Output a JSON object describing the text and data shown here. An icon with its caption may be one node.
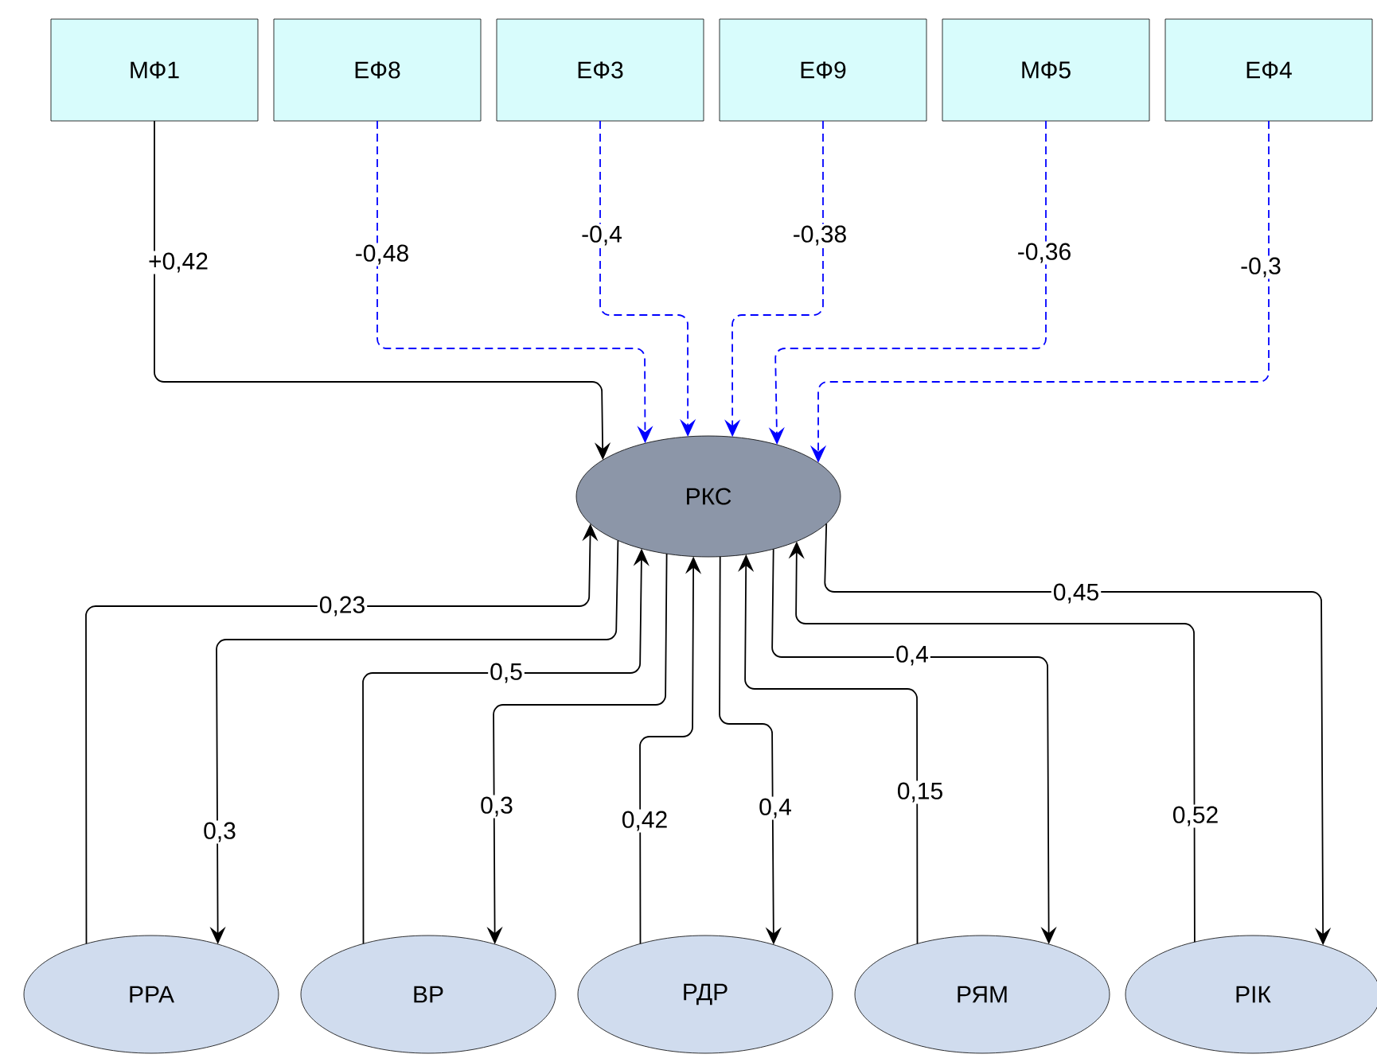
{
  "diagram": {
    "nodes": [
      {
        "text": [
          "МФ1"
        ]
      },
      {
        "text": [
          "ЕФ8"
        ]
      },
      {
        "text": [
          "ЕФ3"
        ]
      },
      {
        "text": [
          "ЕФ9"
        ]
      },
      {
        "text": [
          "МФ5"
        ]
      },
      {
        "text": [
          "ЕФ4"
        ]
      },
      {
        "text": [
          "РКС"
        ]
      },
      {
        "text": [
          "РРА"
        ]
      },
      {
        "text": [
          "ВР"
        ]
      },
      {
        "text": [
          "РДР"
        ]
      },
      {
        "text": [
          "РЯМ"
        ]
      },
      {
        "text": [
          "РІК"
        ]
      }
    ],
    "edges": [
      {
        "from": 0,
        "to": 6,
        "arrow": "to",
        "label": "+0,42"
      },
      {
        "from": 1,
        "to": 6,
        "arrow": "to",
        "label": "-0,48",
        "style": "dashed",
        "color": "#0000ff"
      },
      {
        "from": 2,
        "to": 6,
        "arrow": "to",
        "label": "-0,4",
        "style": "dashed",
        "color": "#0000ff"
      },
      {
        "from": 3,
        "to": 6,
        "arrow": "to",
        "label": "-0,38",
        "style": "dashed",
        "color": "#0000ff"
      },
      {
        "from": 4,
        "to": 6,
        "arrow": "to",
        "label": "-0,36",
        "style": "dashed",
        "color": "#0000ff"
      },
      {
        "from": 5,
        "to": 6,
        "arrow": "to",
        "label": "-0,3",
        "style": "dashed",
        "color": "#0000ff"
      },
      {
        "from": 7,
        "to": 6,
        "arrow": "to",
        "label": "0,23"
      },
      {
        "from": 6,
        "to": 7,
        "arrow": "to",
        "label": "0,3"
      },
      {
        "from": 8,
        "to": 6,
        "arrow": "to",
        "label": "0,5"
      },
      {
        "from": 6,
        "to": 8,
        "arrow": "to",
        "label": "0,3"
      },
      {
        "from": 9,
        "to": 6,
        "arrow": "to",
        "label": "0,42"
      },
      {
        "from": 6,
        "to": 9,
        "arrow": "to",
        "label": "0,4"
      },
      {
        "from": 10,
        "to": 6,
        "arrow": "to",
        "label": "0,15"
      },
      {
        "from": 6,
        "to": 10,
        "arrow": "to",
        "label": "0,4"
      },
      {
        "from": 11,
        "to": 6,
        "arrow": "to",
        "label": "0,52"
      },
      {
        "from": 6,
        "to": 11,
        "arrow": "to",
        "label": "0,45"
      }
    ]
  }
}
